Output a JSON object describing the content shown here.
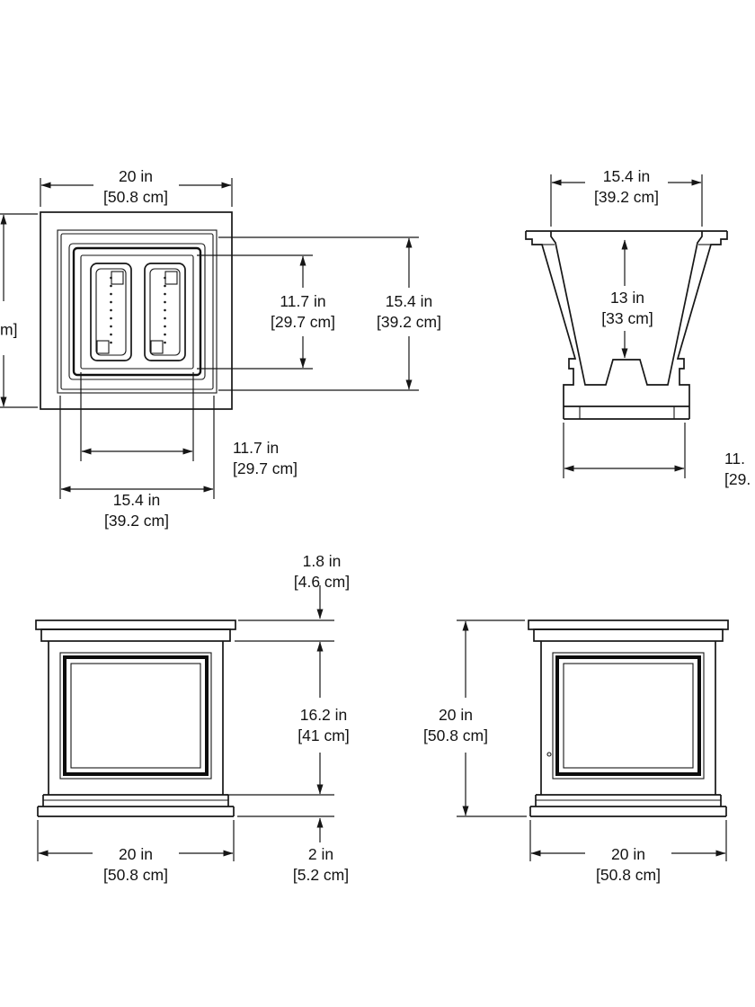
{
  "top_view": {
    "width_top": {
      "l1": "20 in",
      "l2": "[50.8 cm]"
    },
    "left_clipped": {
      "l1": "m]"
    },
    "inner_height": {
      "l1": "11.7 in",
      "l2": "[29.7 cm]"
    },
    "rim_height": {
      "l1": "15.4 in",
      "l2": "[39.2 cm]"
    },
    "inner_width": {
      "l1": "11.7 in",
      "l2": "[29.7 cm]"
    },
    "rim_width": {
      "l1": "15.4 in",
      "l2": "[39.2 cm]"
    }
  },
  "section_view": {
    "top_width": {
      "l1": "15.4 in",
      "l2": "[39.2 cm]"
    },
    "depth": {
      "l1": "13 in",
      "l2": "[33 cm]"
    },
    "bottom_width_clipped": {
      "l1": "11.",
      "l2": "[29."
    }
  },
  "front_view": {
    "cap_height": {
      "l1": "1.8 in",
      "l2": "[4.6 cm]"
    },
    "body_height": {
      "l1": "16.2 in",
      "l2": "[41 cm]"
    },
    "base_height": {
      "l1": "2 in",
      "l2": "[5.2 cm]"
    },
    "width": {
      "l1": "20 in",
      "l2": "[50.8 cm]"
    }
  },
  "side_view": {
    "height": {
      "l1": "20 in",
      "l2": "[50.8 cm]"
    },
    "width": {
      "l1": "20 in",
      "l2": "[50.8 cm]"
    }
  }
}
